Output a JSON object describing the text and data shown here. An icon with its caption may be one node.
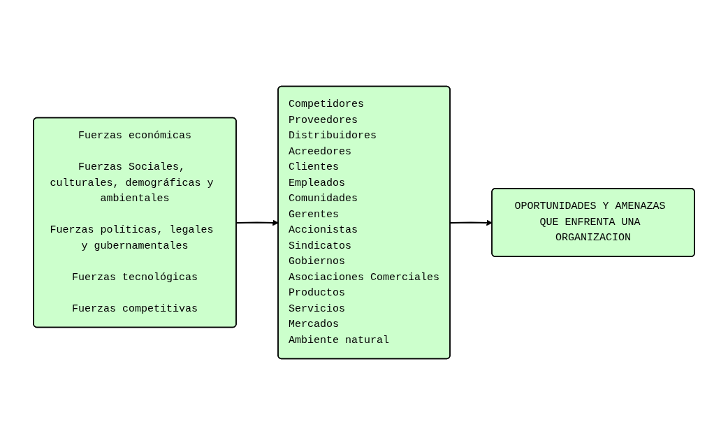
{
  "diagram": {
    "nodes": [
      {
        "text": [
          "Fuerzas económicas",
          "Fuerzas Sociales, culturales, demográficas y ambientales",
          "Fuerzas políticas, legales y gubernamentales",
          "Fuerzas tecnológicas",
          "Fuerzas competitivas"
        ]
      },
      {
        "text": [
          "Competidores",
          "Proveedores",
          "Distribuidores",
          "Acreedores",
          "Clientes",
          "Empleados",
          "Comunidades",
          "Gerentes",
          "Accionistas",
          "Sindicatos",
          "Gobiernos",
          "Asociaciones Comerciales",
          "Productos",
          "Servicios",
          "Mercados",
          "Ambiente natural"
        ]
      },
      {
        "text": [
          "OPORTUNIDADES Y AMENAZAS QUE ENFRENTA UNA ORGANIZACION"
        ]
      }
    ],
    "edges": [
      {
        "from": 0,
        "to": 1,
        "arrow": "to"
      },
      {
        "from": 1,
        "to": 2,
        "arrow": "to"
      }
    ]
  }
}
